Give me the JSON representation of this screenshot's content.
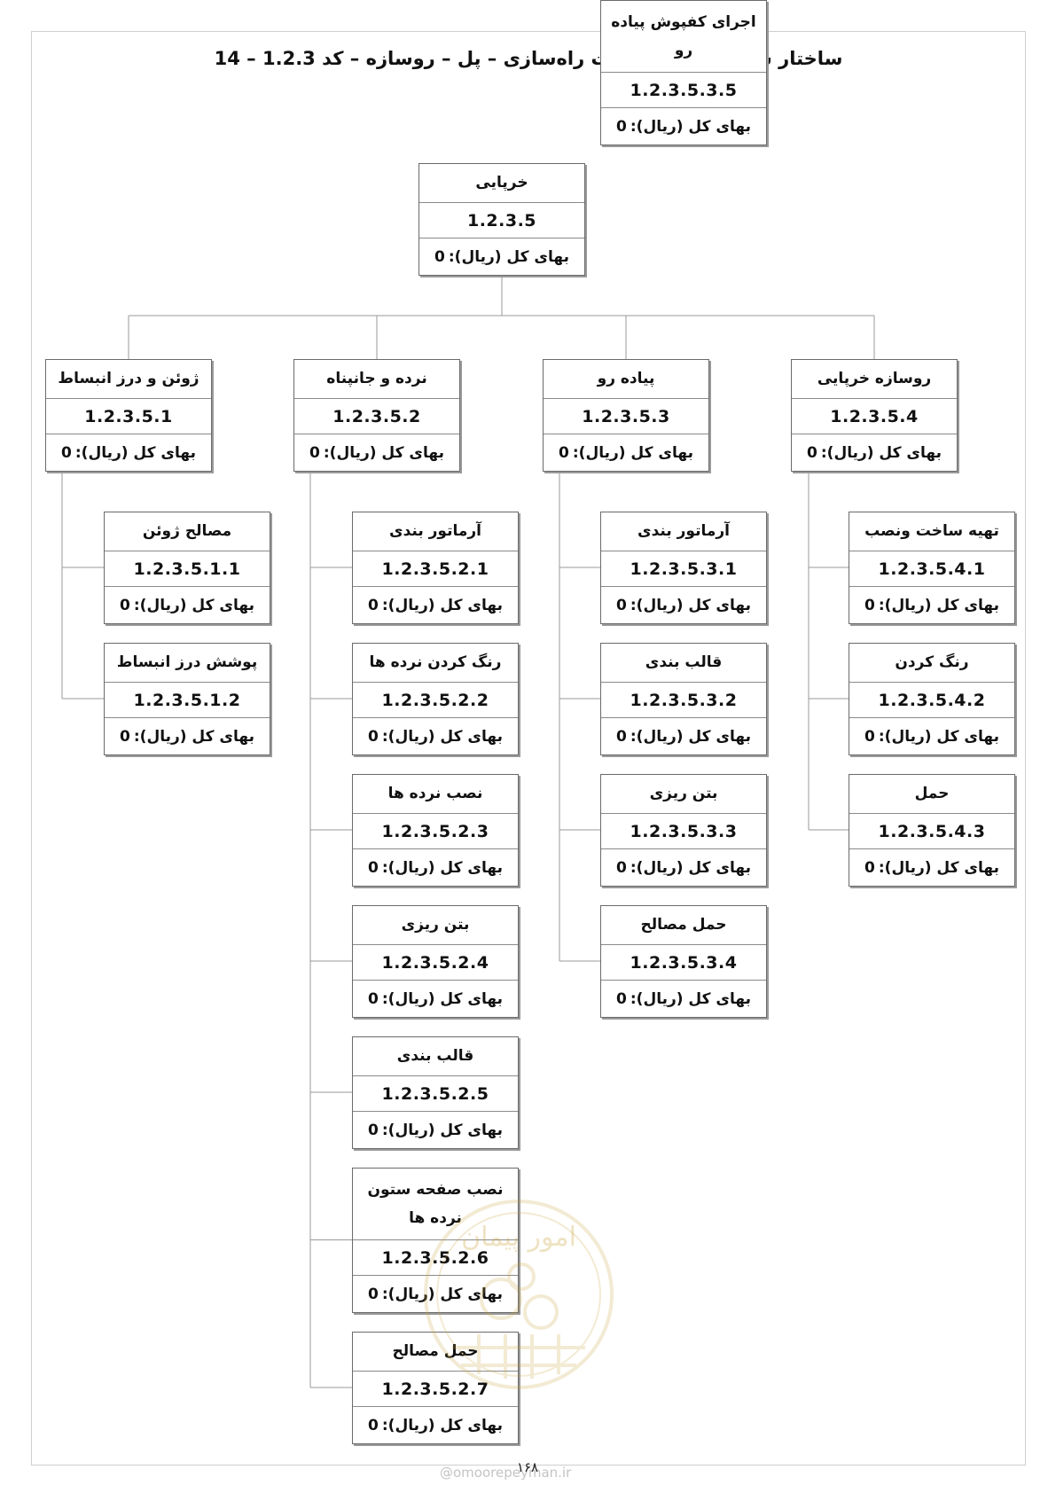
{
  "title": "ساختار شکست تیپ عملیات راه‌سازی – پل – روسازه – کد 1.2.3 – 14",
  "cost_label": "بهای کل (ریال):",
  "root": {
    "name": "خرپایی",
    "code": "1.2.3.5",
    "cost": "0"
  },
  "groups": [
    {
      "name": "روسازه خرپایی",
      "code": "1.2.3.5.4",
      "cost": "0",
      "children": [
        {
          "name": "تهیه ساخت ونصب",
          "code": "1.2.3.5.4.1",
          "cost": "0"
        },
        {
          "name": "رنگ کردن",
          "code": "1.2.3.5.4.2",
          "cost": "0"
        },
        {
          "name": "حمل",
          "code": "1.2.3.5.4.3",
          "cost": "0"
        }
      ]
    },
    {
      "name": "پیاده رو",
      "code": "1.2.3.5.3",
      "cost": "0",
      "children": [
        {
          "name": "آرماتور بندی",
          "code": "1.2.3.5.3.1",
          "cost": "0"
        },
        {
          "name": "قالب بندی",
          "code": "1.2.3.5.3.2",
          "cost": "0"
        },
        {
          "name": "بتن ریزی",
          "code": "1.2.3.5.3.3",
          "cost": "0"
        },
        {
          "name": "حمل مصالح",
          "code": "1.2.3.5.3.4",
          "cost": "0"
        },
        {
          "name": "اجرای کفپوش پیاده رو",
          "code": "1.2.3.5.3.5",
          "cost": "0"
        }
      ]
    },
    {
      "name": "نرده و جانپناه",
      "code": "1.2.3.5.2",
      "cost": "0",
      "children": [
        {
          "name": "آرماتور بندی",
          "code": "1.2.3.5.2.1",
          "cost": "0"
        },
        {
          "name": "رنگ کردن نرده ها",
          "code": "1.2.3.5.2.2",
          "cost": "0"
        },
        {
          "name": "نصب نرده ها",
          "code": "1.2.3.5.2.3",
          "cost": "0"
        },
        {
          "name": "بتن ریزی",
          "code": "1.2.3.5.2.4",
          "cost": "0"
        },
        {
          "name": "قالب بندی",
          "code": "1.2.3.5.2.5",
          "cost": "0"
        },
        {
          "name": "نصب صفحه ستون نرده ها",
          "code": "1.2.3.5.2.6",
          "cost": "0"
        },
        {
          "name": "حمل مصالح",
          "code": "1.2.3.5.2.7",
          "cost": "0"
        }
      ]
    },
    {
      "name": "ژوئن و درز انبساط",
      "code": "1.2.3.5.1",
      "cost": "0",
      "children": [
        {
          "name": "مصالح ژوئن",
          "code": "1.2.3.5.1.1",
          "cost": "0"
        },
        {
          "name": "پوشش درز انبساط",
          "code": "1.2.3.5.1.2",
          "cost": "0"
        }
      ]
    }
  ],
  "page_number": "۱۶۸",
  "watermark": {
    "text": "امور پیمان",
    "url": "@omoorepeyman.ir"
  }
}
